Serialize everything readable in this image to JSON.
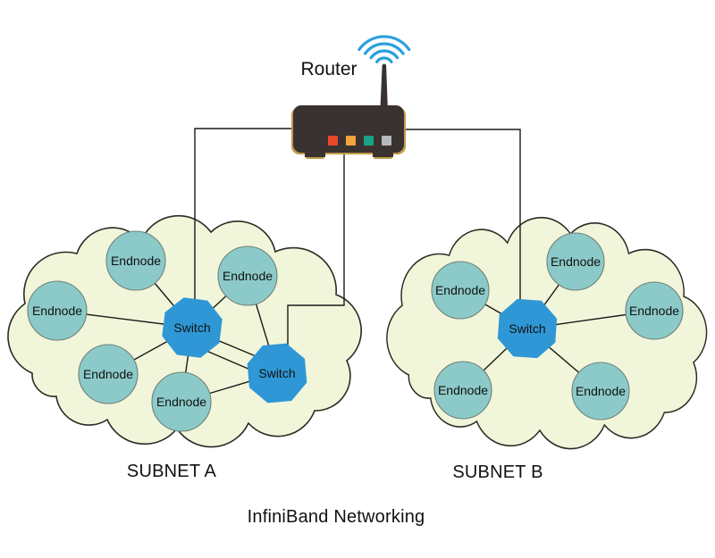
{
  "diagram": {
    "title": "InfiniBand Networking"
  },
  "router": {
    "label": "Router",
    "body_color": "#3a3230",
    "base_color": "#c29c49",
    "antenna_color": "#3a3230",
    "wifi_color": "#2aa0dc",
    "led_colors": [
      "#e8492b",
      "#f0a43b",
      "#19a287",
      "#b4b9ba"
    ]
  },
  "subnet_a": {
    "label": "SUBNET A",
    "switches": [
      "Switch",
      "Switch"
    ],
    "endnodes": [
      "Endnode",
      "Endnode",
      "Endnode",
      "Endnode",
      "Endnode"
    ]
  },
  "subnet_b": {
    "label": "SUBNET B",
    "switches": [
      "Switch"
    ],
    "endnodes": [
      "Endnode",
      "Endnode",
      "Endnode",
      "Endnode",
      "Endnode"
    ]
  },
  "colors": {
    "background": "#ffffff",
    "cloud_fill": "#f1f6da",
    "cloud_stroke": "#2b2b24",
    "endnode_fill": "#8ccac9",
    "endnode_stroke": "#708078",
    "switch_fill": "#2f97d6",
    "link": "#1a1a1a",
    "text": "#111111"
  }
}
